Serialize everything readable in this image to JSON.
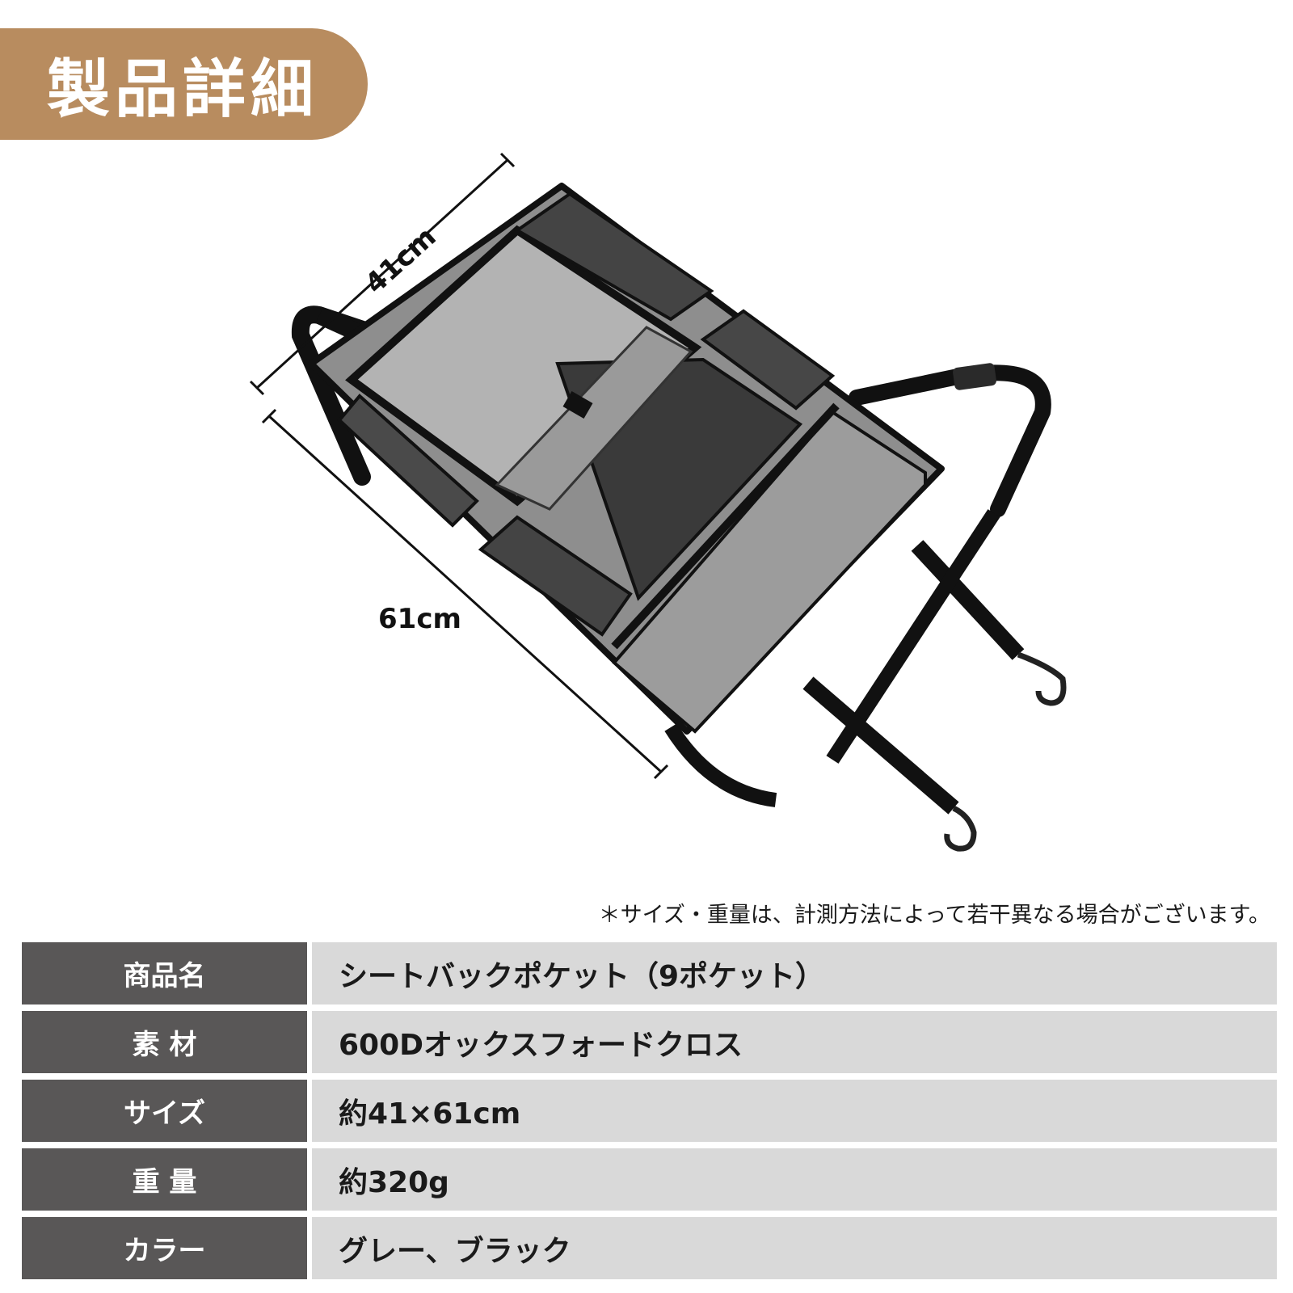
{
  "header": {
    "title": "製品詳細"
  },
  "figure": {
    "width_label": "41cm",
    "height_label": "61cm",
    "product_color": "#8e8e8e",
    "strap_color": "#111111"
  },
  "note": "＊サイズ・重量は、計測方法によって若干異なる場合がございます。",
  "specs": [
    {
      "label": "商品名",
      "value": "シートバックポケット（9ポケット）"
    },
    {
      "label": "素  材",
      "value": "600Dオックスフォードクロス"
    },
    {
      "label": "サイズ",
      "value": "約41×61cm"
    },
    {
      "label": "重  量",
      "value": "約320g"
    },
    {
      "label": "カラー",
      "value": "グレー、ブラック"
    }
  ],
  "colors": {
    "accent": "#b88c5f",
    "label_bg": "#595757",
    "value_bg": "#d9d9d9"
  }
}
